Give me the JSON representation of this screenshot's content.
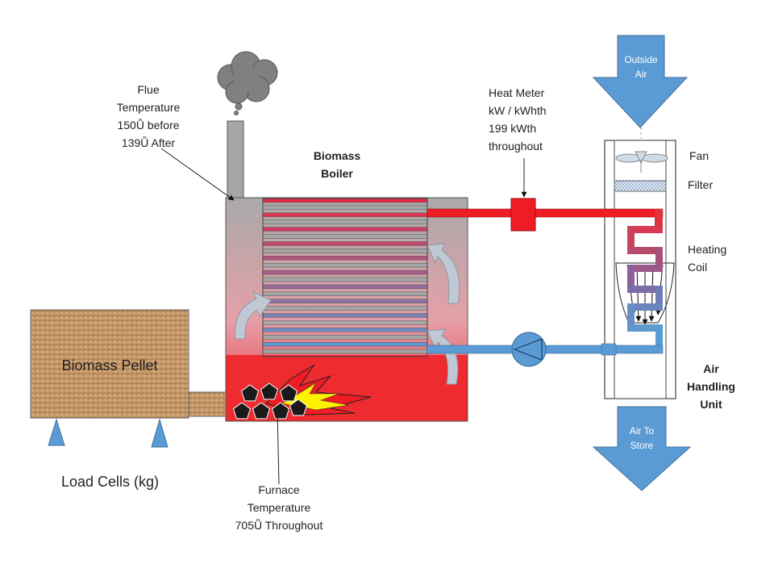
{
  "labels": {
    "flue": [
      "Flue",
      "Temperature",
      "150Ǚ before",
      "139Ǚ After"
    ],
    "boiler": [
      "Biomass",
      "Boiler"
    ],
    "heat_meter": [
      "Heat Meter",
      "kW / kWhth",
      "199 kWth",
      "throughout"
    ],
    "outside_air": [
      "Outside",
      "Air"
    ],
    "fan": "Fan",
    "filter": "Filter",
    "heating_coil": [
      "Heating",
      "Coil"
    ],
    "ahu": [
      "Air",
      "Handling",
      "Unit"
    ],
    "air_to_store": [
      "Air To",
      "Store"
    ],
    "pellet": "Biomass Pellet",
    "load_cells": "Load Cells (kg)",
    "furnace": [
      "Furnace",
      "Temperature",
      "705Ǚ Throughout"
    ]
  },
  "colors": {
    "boiler_red": "#ee2b2f",
    "boiler_grey": "#aaaaaa",
    "hot_pipe": "#ee1c24",
    "cold_pipe": "#5b9bd5",
    "arrow_blue": "#5b9bd5",
    "pellet_brown": "#c89a6a",
    "fire_red": "#ee1c24",
    "fire_yellow": "#fff200",
    "stack_grey": "#a6a6a6"
  },
  "icons": {
    "cloud": "smoke-cloud-icon",
    "fan": "fan-icon",
    "pump": "pump-icon",
    "meter": "heat-meter-icon",
    "fire": "flame-icon"
  }
}
